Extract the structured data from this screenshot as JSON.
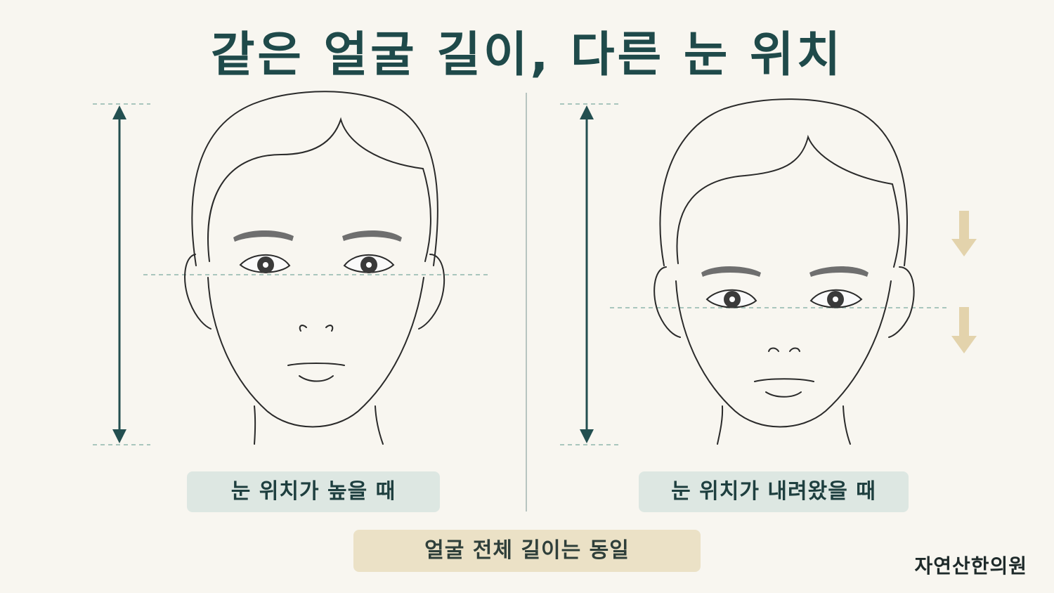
{
  "title": "같은 얼굴 길이, 다른 눈 위치",
  "left_label": "눈 위치가 높을 때",
  "right_label": "눈 위치가 내려왔을 때",
  "bottom_label": "얼굴 전체 길이는 동일",
  "brand": "자연산한의원",
  "colors": {
    "title": "#1f4a4a",
    "arrow": "#234f50",
    "guide": "#a9c6bd",
    "down_arrow": "#e3d3ac",
    "label_green": "#dde7e2",
    "label_tan": "#ebe1c6",
    "line": "#2a2a2a",
    "brow": "#6f6f6f"
  }
}
